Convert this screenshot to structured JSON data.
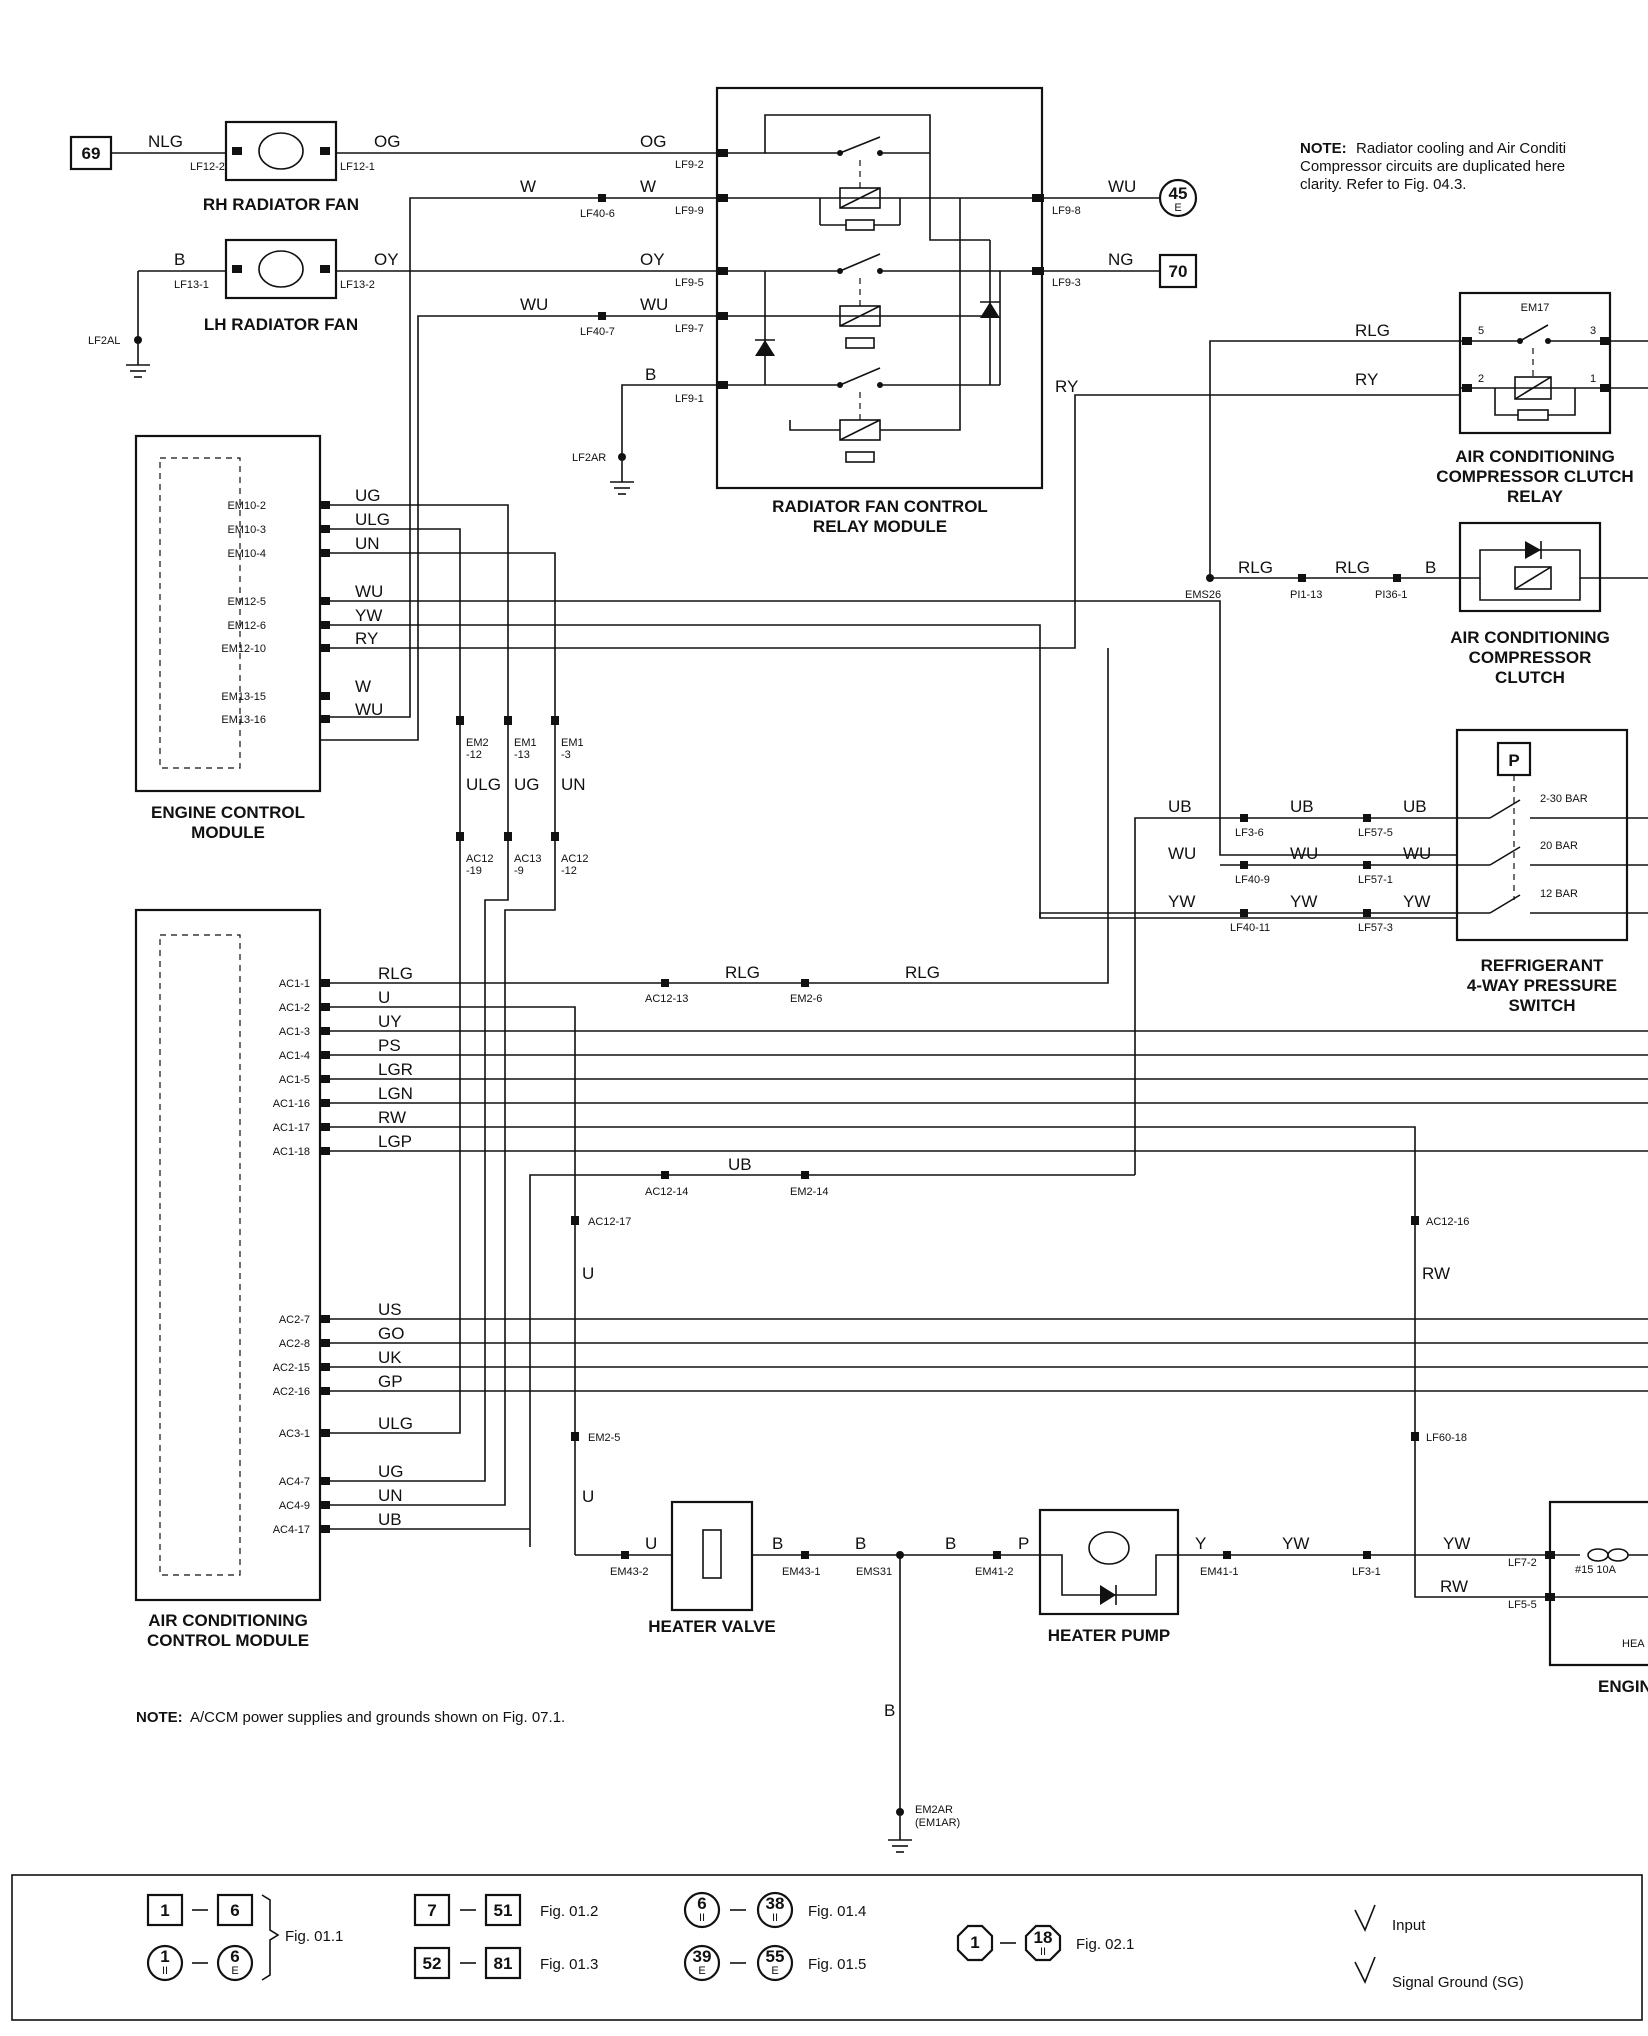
{
  "components": {
    "rh_fan": "RH RADIATOR FAN",
    "lh_fan": "LH RADIATOR FAN",
    "relay_module": [
      "RADIATOR FAN CONTROL",
      "RELAY MODULE"
    ],
    "ecm": [
      "ENGINE CONTROL",
      "MODULE"
    ],
    "accm": [
      "AIR CONDITIONING",
      "CONTROL MODULE"
    ],
    "ac_relay": [
      "AIR CONDITIONING",
      "COMPRESSOR CLUTCH",
      "RELAY"
    ],
    "ac_relay_id": "EM17",
    "ac_clutch": [
      "AIR CONDITIONING",
      "COMPRESSOR",
      "CLUTCH"
    ],
    "ref_switch": [
      "REFRIGERANT",
      "4-WAY PRESSURE",
      "SWITCH"
    ],
    "ref_switch_symbol": "P",
    "heater_valve": "HEATER VALVE",
    "heater_pump": "HEATER PUMP",
    "engine_partial": "ENGIN"
  },
  "notes": {
    "top_bold": "NOTE:",
    "top_lines": [
      "Radiator cooling and Air Conditi",
      "Compressor circuits are duplicated here",
      "clarity.  Refer to Fig. 04.3."
    ],
    "bottom_bold": "NOTE:",
    "bottom_text": "A/CCM power supplies and grounds shown on Fig. 07.1."
  },
  "refs": {
    "box69": "69",
    "box70": "70",
    "circle45": "45",
    "circle45_sub": "E"
  },
  "pressure_switch_labels": [
    "2-30 BAR",
    "20 BAR",
    "12 BAR"
  ],
  "relay_pins": [
    "5",
    "3",
    "2",
    "1"
  ],
  "ecm_pins": [
    "EM10-2",
    "EM10-3",
    "EM10-4",
    "EM12-5",
    "EM12-6",
    "EM12-10",
    "EM13-15",
    "EM13-16"
  ],
  "ecm_wires": [
    "UG",
    "ULG",
    "UN",
    "WU",
    "YW",
    "RY",
    "W",
    "WU"
  ],
  "accm_pins": [
    "AC1-1",
    "AC1-2",
    "AC1-3",
    "AC1-4",
    "AC1-5",
    "AC1-16",
    "AC1-17",
    "AC1-18",
    "AC2-7",
    "AC2-8",
    "AC2-15",
    "AC2-16",
    "AC3-1",
    "AC4-7",
    "AC4-9",
    "AC4-17"
  ],
  "accm_wires": [
    "RLG",
    "U",
    "UY",
    "PS",
    "LGR",
    "LGN",
    "RW",
    "LGP",
    "US",
    "GO",
    "UK",
    "GP",
    "ULG",
    "UG",
    "UN",
    "UB"
  ],
  "connectors": {
    "LF12_2": "LF12-2",
    "LF12_1": "LF12-1",
    "LF13_1": "LF13-1",
    "LF13_2": "LF13-2",
    "LF2AL": "LF2AL",
    "LF2AR": "LF2AR",
    "LF9_2": "LF9-2",
    "LF9_9": "LF9-9",
    "LF9_5": "LF9-5",
    "LF9_7": "LF9-7",
    "LF9_1": "LF9-1",
    "LF9_8": "LF9-8",
    "LF9_3": "LF9-3",
    "LF40_6": "LF40-6",
    "LF40_7": "LF40-7",
    "EMS26": "EMS26",
    "PI1_13": "PI1-13",
    "PI36_1": "PI36-1",
    "LF3_6": "LF3-6",
    "LF57_5": "LF57-5",
    "LF40_9": "LF40-9",
    "LF57_1": "LF57-1",
    "LF40_11": "LF40-11",
    "LF57_3": "LF57-3",
    "EM2_12": [
      "EM2",
      "-12"
    ],
    "EM1_13": [
      "EM1",
      "-13"
    ],
    "EM1_3": [
      "EM1",
      "-3"
    ],
    "AC12_19": [
      "AC12",
      "-19"
    ],
    "AC13_9": [
      "AC13",
      "-9"
    ],
    "AC12_12": [
      "AC12",
      "-12"
    ],
    "AC12_13": "AC12-13",
    "EM2_6": "EM2-6",
    "AC12_14": "AC12-14",
    "EM2_14": "EM2-14",
    "AC12_17": "AC12-17",
    "AC12_16": "AC12-16",
    "EM2_5": "EM2-5",
    "LF60_18": "LF60-18",
    "EM43_2": "EM43-2",
    "EM43_1": "EM43-1",
    "EMS31": "EMS31",
    "EM41_2": "EM41-2",
    "EM41_1": "EM41-1",
    "LF3_1": "LF3-1",
    "LF7_2": "LF7-2",
    "LF5_5": "LF5-5",
    "fuse": "#15 10A",
    "hea_partial": "HEA",
    "EM2AR": "EM2AR",
    "EM1AR": "(EM1AR)"
  },
  "wires": {
    "NLG": "NLG",
    "OG": "OG",
    "B": "B",
    "OY": "OY",
    "W": "W",
    "WU": "WU",
    "NG": "NG",
    "RLG": "RLG",
    "RY": "RY",
    "UB": "UB",
    "YW": "YW",
    "ULG": "ULG",
    "UG": "UG",
    "UN": "UN",
    "U": "U",
    "RW": "RW",
    "P": "P",
    "Y": "Y"
  },
  "legend": {
    "items": [
      {
        "a": "1",
        "b": "6",
        "fig": "Fig. 01.1"
      },
      {
        "a": "7",
        "b": "51",
        "fig": "Fig. 01.2"
      },
      {
        "a": "52",
        "b": "81",
        "fig": "Fig. 01.3"
      },
      {
        "a": "6",
        "b": "38",
        "fig": "Fig. 01.4"
      },
      {
        "a": "39",
        "b": "55",
        "fig": "Fig. 01.5"
      },
      {
        "a": "1",
        "b": "18",
        "fig": "Fig. 02.1"
      }
    ],
    "circ_a_sub": "II",
    "circ_b_sub": "E",
    "input": "Input",
    "signal_ground": "Signal Ground (SG)"
  }
}
